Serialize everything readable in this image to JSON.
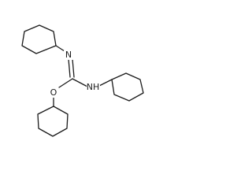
{
  "molecule": {
    "atoms": {
      "imine_nitrogen": "N",
      "amine_nitrogen": "NH",
      "ether_oxygen": "O"
    },
    "ring_count": 3,
    "ring_type": "cyclohexyl",
    "central_bond": "C=N"
  }
}
